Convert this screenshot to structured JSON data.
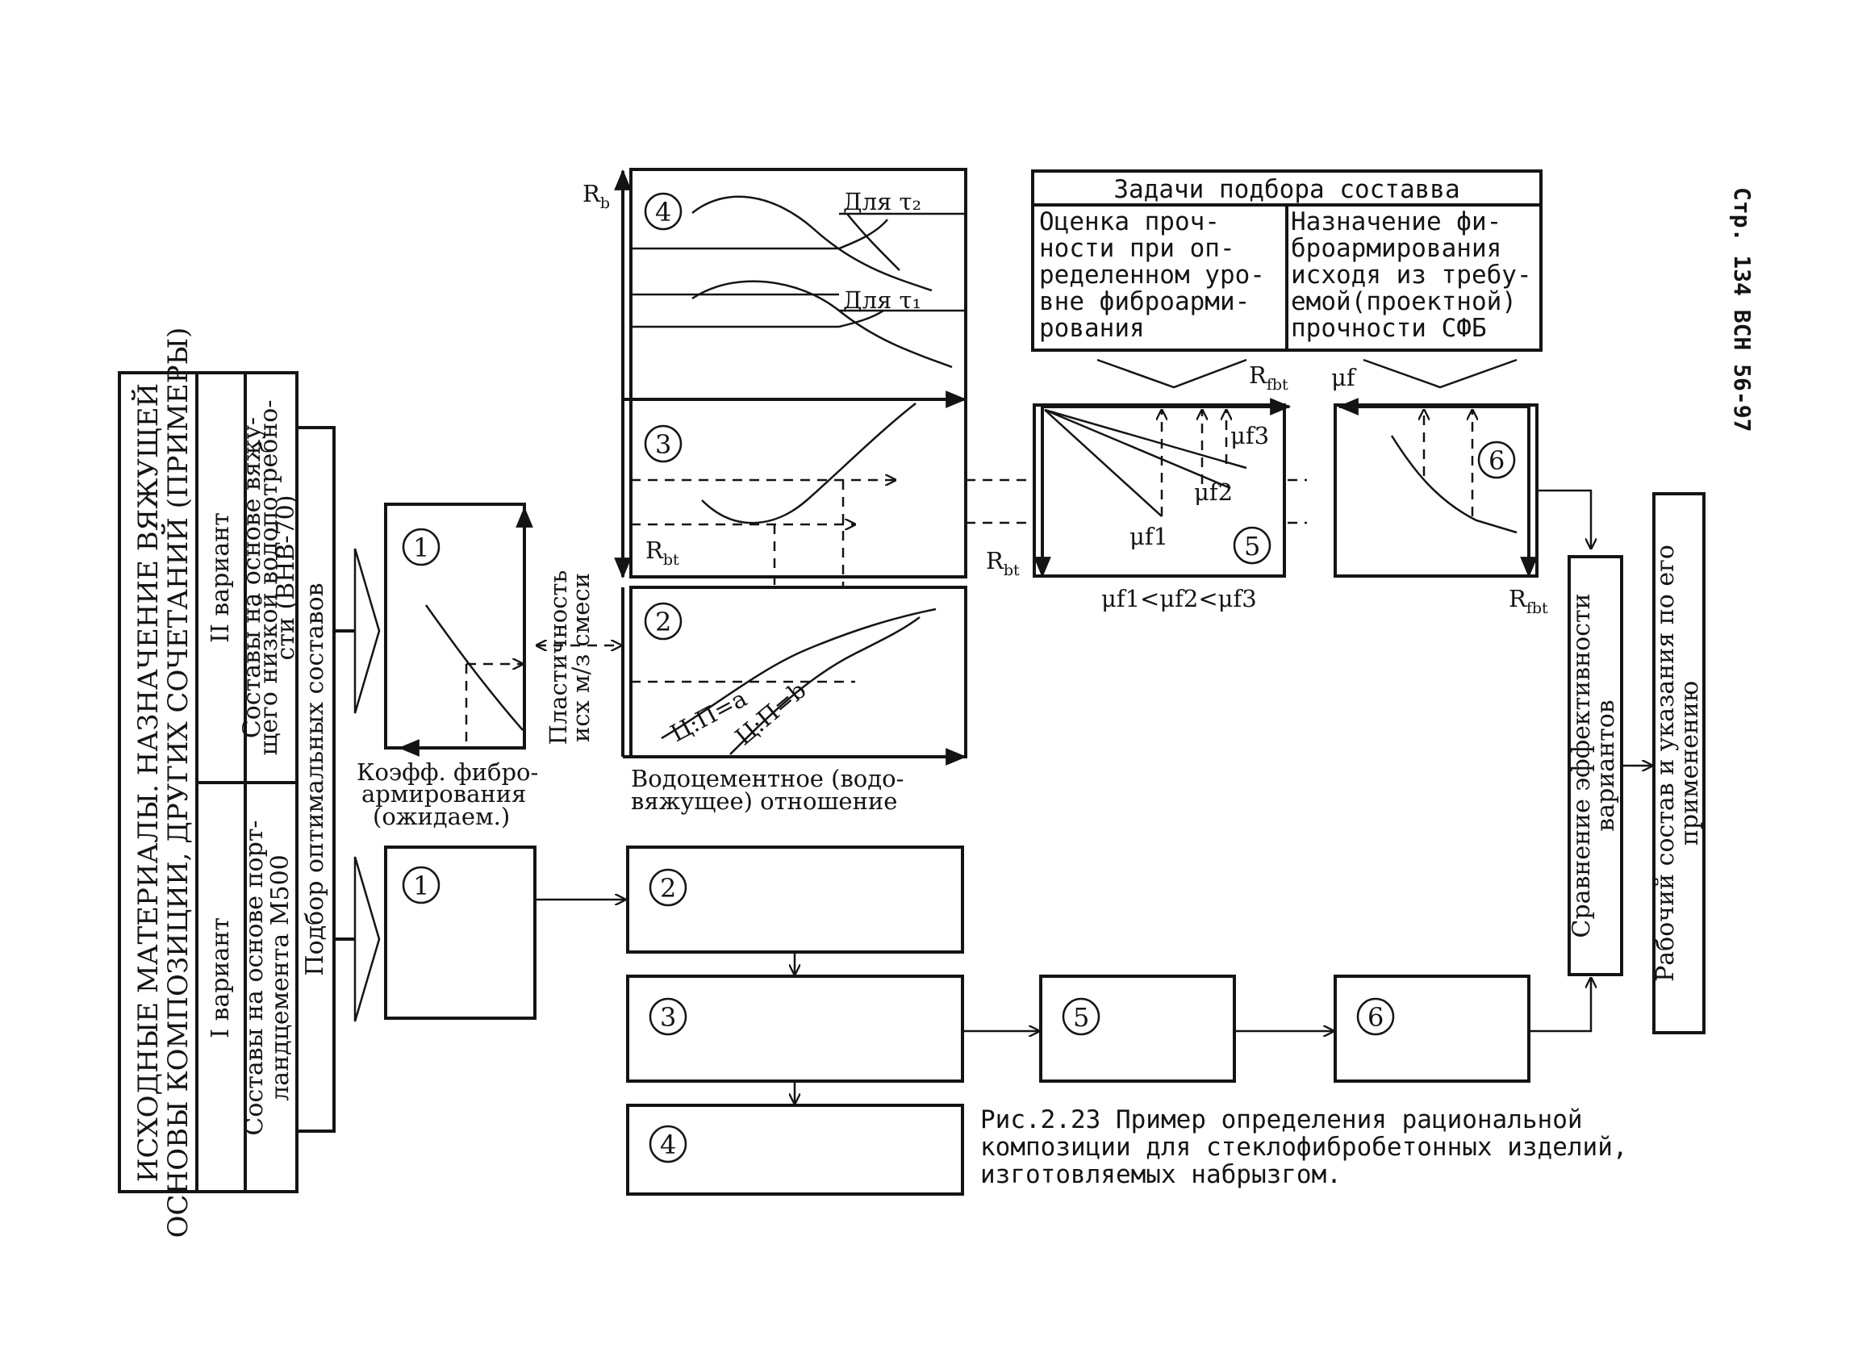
{
  "page_header": "Стр. 134 ВСН 56-97",
  "source_block": {
    "title_line1": "ИСХОДНЫЕ МАТЕРИАЛЫ. НАЗНАЧЕНИЕ ВЯЖУЩЕЙ",
    "title_line2": "ОСНОВЫ КОМПОЗИЦИИ, ДРУГИХ СОЧЕТАНИЙ (ПРИМЕРЫ)",
    "variant1_label": "I вариант",
    "variant2_label": "II вариант",
    "variant1_line1": "Составы на основе порт-",
    "variant1_line2": "ландцемента М500",
    "variant2_line1": "Составы на основе вяжу-",
    "variant2_line2": "щего низкой водопотребно-",
    "variant2_line3": "сти (ВНВ-70)",
    "optimal_selection": "Подбор оптимальных составов"
  },
  "numbers": {
    "n1": "1",
    "n2": "2",
    "n3": "3",
    "n4": "4",
    "n5": "5",
    "n6": "6"
  },
  "chart1": {
    "xlabel_line1": "Коэфф. фибро-",
    "xlabel_line2": "армирования",
    "xlabel_line3": "(ожидаем.)",
    "plasticity_line1": "Пластичность",
    "plasticity_line2": "исх м/з смеси"
  },
  "chart234": {
    "rb_main": "R",
    "rb_sub": "b",
    "rbt_main": "R",
    "rbt_sub": "bt",
    "tau2_label": "Для τ₂",
    "tau1_label": "Для τ₁",
    "ratio_a": "Ц:П=а",
    "ratio_b": "Ц:П=b",
    "xlabel_line1": "Водоцементное (водо-",
    "xlabel_line2": "вяжущее) отношение"
  },
  "tasks": {
    "header": "Задачи подбора составва",
    "left_line1": "Оценка проч-",
    "left_line2": "ности при оп-",
    "left_line3": "ределенном уро-",
    "left_line4": "вне фиброарми-",
    "left_line5": "рования",
    "right_line1": "Назначение фи-",
    "right_line2": "броармирования",
    "right_line3": "исходя из требу-",
    "right_line4": "емой(проектной)",
    "right_line5": "прочности СФБ"
  },
  "chart5": {
    "rfbt_main": "R",
    "rfbt_sub": "fbt",
    "rbt_main": "R",
    "rbt_sub": "bt",
    "mu_f1": "μf1",
    "mu_f2": "μf2",
    "mu_f3": "μf3",
    "inequality": "μf1<μf2<μf3"
  },
  "chart6": {
    "mu_label": "μf",
    "rfbt_main": "R",
    "rfbt_sub": "fbt"
  },
  "comparison": {
    "line1": "Сравнение эффективности",
    "line2": "вариантов"
  },
  "working_composition": {
    "line1": "Рабочий состав и указания по его",
    "line2": "применению"
  },
  "caption": {
    "line1": "Рис.2.23 Пример определения рациональной",
    "line2": "композиции для стеклофибробетонных изделий,",
    "line3": "изготовляемых набрызгом."
  }
}
